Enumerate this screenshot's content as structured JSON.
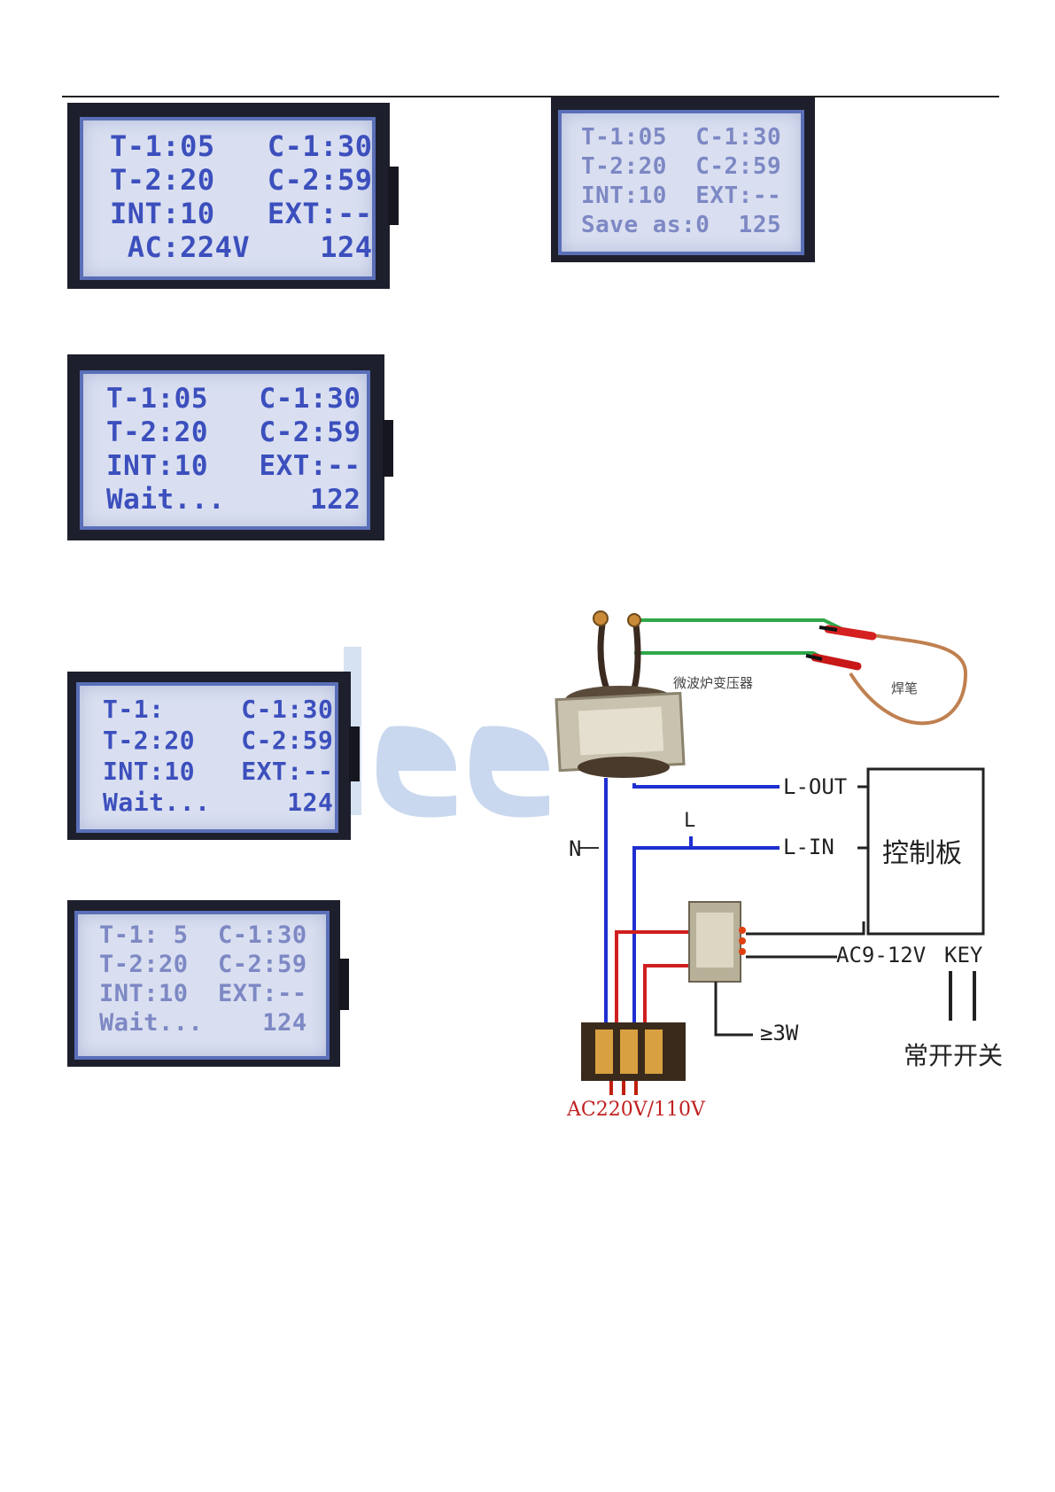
{
  "lcd_panels": [
    {
      "lines": [
        "T-1:05   C-1:30",
        "T-2:20   C-2:59",
        "INT:10   EXT:--",
        " AC:224V    124"
      ]
    },
    {
      "lines": [
        "T-1:05  C-1:30",
        "T-2:20  C-2:59",
        "INT:10  EXT:--",
        "Save as:0  125"
      ]
    },
    {
      "lines": [
        "T-1:05   C-1:30",
        "T-2:20   C-2:59",
        "INT:10   EXT:--",
        "Wait...     122"
      ]
    },
    {
      "lines": [
        "T-1:     C-1:30",
        "T-2:20   C-2:59",
        "INT:10   EXT:--",
        "Wait...     124"
      ]
    },
    {
      "lines": [
        "T-1: 5  C-1:30",
        "T-2:20  C-2:59",
        "INT:10  EXT:--",
        "Wait...    124"
      ]
    }
  ],
  "wiring_diagram": {
    "transformer_label": "微波炉变压器",
    "pen_label": "焊笔",
    "l_out": "L-OUT",
    "l_in": "L-IN",
    "l": "L",
    "n": "N",
    "control_board": "控制板",
    "ac_supply": "AC9-12V",
    "key": "KEY",
    "power": "≥3W",
    "switch": "常开开关",
    "mains": "AC220V/110V"
  },
  "colors": {
    "lcd_text": "#3c4fbd",
    "wire_blue": "#1f2fd0",
    "wire_red": "#d01f1f",
    "wire_green": "#2fa84a"
  }
}
